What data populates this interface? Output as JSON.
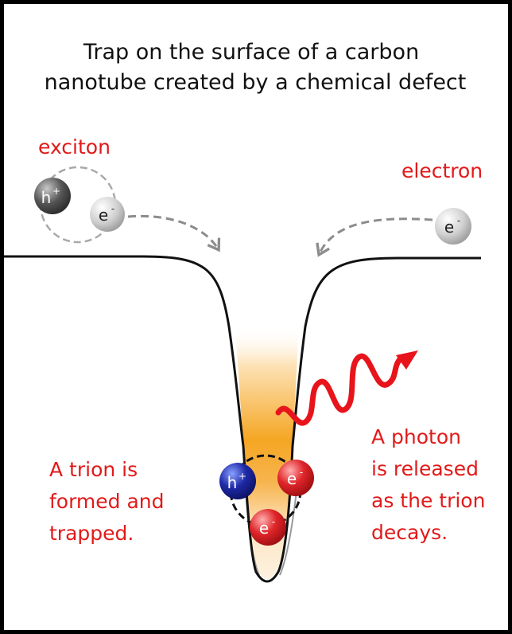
{
  "title": {
    "line1": "Trap on the surface of a carbon",
    "line2": "nanotube created by a chemical defect"
  },
  "labels": {
    "exciton": "exciton",
    "electron": "electron",
    "trion": [
      "A trion is",
      "formed and",
      "trapped."
    ],
    "photon": [
      "A photon",
      "is released",
      "as the trion",
      "decays."
    ]
  },
  "particles": {
    "hole": {
      "base": "h",
      "sup": "+"
    },
    "electron": {
      "base": "e",
      "sup": "-"
    }
  },
  "colors": {
    "text_red": "#e11a1a",
    "photon_red": "#e8141b",
    "hole_blue": "#1f2aa8",
    "electron_red": "#e0262a",
    "exciton_hole_gray": "#555555",
    "exciton_electron_gray": "#cfcfcf",
    "glow_orange": "#f5a623",
    "well_line": "#111111",
    "dashed_gray": "#8c8c8c"
  }
}
